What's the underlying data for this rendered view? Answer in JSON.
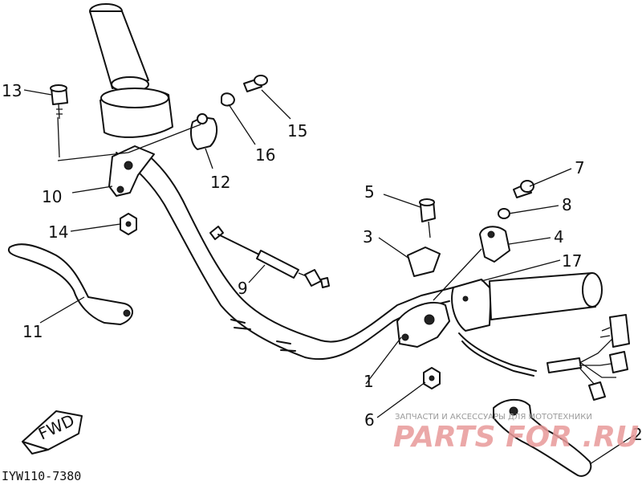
{
  "diagram": {
    "part_number": "IYW110-7380",
    "fwd_label": "FWD",
    "callouts": [
      "1",
      "2",
      "3",
      "4",
      "5",
      "6",
      "7",
      "8",
      "9",
      "10",
      "11",
      "12",
      "13",
      "14",
      "15",
      "16",
      "17"
    ]
  },
  "watermark": {
    "tagline": "ЗАПЧАСТИ И АКСЕССУАРЫ ДЛЯ МОТОТЕХНИКИ",
    "brand": "PARTS FOR .RU"
  }
}
